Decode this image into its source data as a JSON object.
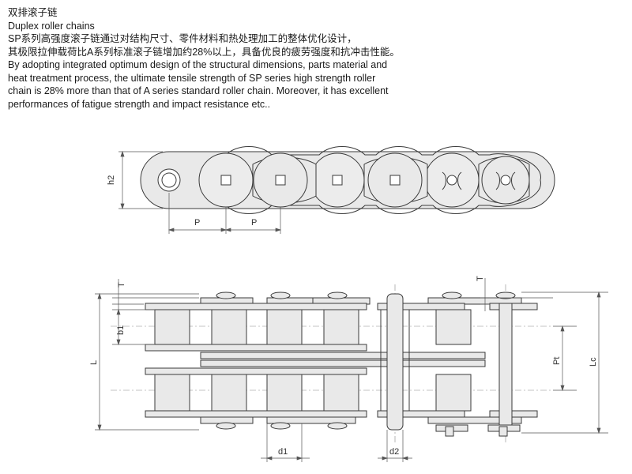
{
  "heading": {
    "title_zh": "双排滚子链",
    "title_en": "Duplex roller chains"
  },
  "description": {
    "zh_line1": "SP系列高强度滚子链通过对结构尺寸、零件材料和热处理加工的整体优化设计，",
    "zh_line2": "其极限拉伸载荷比A系列标准滚子链增加约28%以上，具备优良的疲劳强度和抗冲击性能。",
    "en_line1": "By adopting integrated optimum design of the structural dimensions, parts material and",
    "en_line2": "heat treatment process, the ultimate tensile strength of SP series high strength roller",
    "en_line3": "chain is 28% more than that of A series standard roller chain. Moreover, it has excellent",
    "en_line4": "performances of fatigue strength and impact resistance etc.."
  },
  "side_view_labels": {
    "h2": "h2",
    "pitch_left": "P",
    "pitch_right": "P"
  },
  "top_view_labels": {
    "T_left": "T",
    "T_right": "T",
    "b1": "b1",
    "L": "L",
    "Pt": "Pt",
    "Lc": "Lc",
    "d1": "d1",
    "d2": "d2"
  },
  "colors": {
    "link_fill": "#e9e9e9",
    "outline": "#3a3a3a",
    "centerline": "#777777"
  }
}
